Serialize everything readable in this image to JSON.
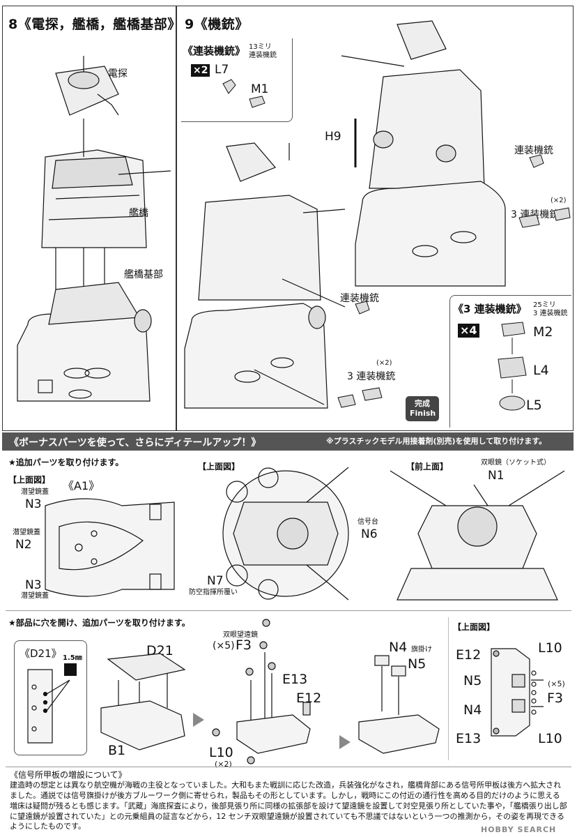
{
  "step8": {
    "title": "8《電探，艦橋，艦橋基部》",
    "label_radar": "電探",
    "label_bridge": "艦橋",
    "label_bridge_base": "艦橋基部"
  },
  "step9": {
    "title": "9《機銃》",
    "twin_box": {
      "title": "《連装機銃》",
      "caption": "13ミリ\n連装機銃",
      "qty": "×2",
      "parts": [
        "L7",
        "M1"
      ]
    },
    "label_h9": "H9",
    "label_twin_mg_a": "連装機銃",
    "label_twin_mg_b": "連装機銃",
    "label_triple_mg_a": "3 連装機銃",
    "label_triple_mg_b": "3 連装機銃",
    "qty_triple_a": "(×2)",
    "qty_triple_b": "(×2)",
    "triple_box": {
      "title": "《3 連装機銃》",
      "caption": "25ミリ\n3 連装機銃",
      "qty": "×4",
      "parts": [
        "M2",
        "L4",
        "L5"
      ]
    },
    "finish": {
      "line1": "完成",
      "line2": "Finish"
    }
  },
  "bonus": {
    "banner": "《ボーナスパーツを使って、さらにディテールアップ！》",
    "banner_note": "※プラスチックモデル用接着剤(別売)を使用して取り付けます。",
    "instr_add": "★追加パーツを取り付けます。",
    "top_view_a": {
      "title": "【上面図】",
      "part": "《A1》",
      "labels": [
        {
          "part": "N3",
          "caption": "潜望鏡蓋"
        },
        {
          "part": "N2",
          "caption": "潜望鏡蓋"
        },
        {
          "part": "N3",
          "caption": "潜望鏡蓋"
        }
      ]
    },
    "top_view_b": {
      "title": "【上面図】",
      "n6": "N6",
      "n6_caption": "信号台",
      "n7": "N7",
      "n7_caption": "防空指揮所覆い"
    },
    "front_top_view": {
      "title": "【前上面】",
      "n1": "N1",
      "n1_caption": "双眼鏡（ソケット式）"
    },
    "instr_drill": "★部品に穴を開け、追加パーツを取り付けます。",
    "d21_box": {
      "title": "《D21》",
      "drill": "1.5㎜"
    },
    "d21_label": "D21",
    "b1_label": "B1",
    "binocular_caption": "双眼望遠鏡",
    "qty_x5": "(×5)",
    "parts_mid": [
      "F3",
      "E13",
      "E12",
      "L10"
    ],
    "qty_x2": "(×2)",
    "flag_caption": "旗掛け",
    "n4": "N4",
    "n5": "N5",
    "top_view_c": {
      "title": "【上面図】",
      "labels_left": [
        "E12",
        "N5",
        "N4",
        "E13"
      ],
      "labels_right": [
        "L10",
        "F3",
        "L10"
      ],
      "qty": "(×5)"
    }
  },
  "footer": {
    "heading": "《信号所甲板の増設について》",
    "text": "建造時の想定とは異なり航空機が海戦の主役となっていました。大和もまた戦訓に応じた改造，兵装強化がなされ，艦橋背部にある信号所甲板は後方へ拡大されました。通説では信号旗掛けが後方ブルーワーク側に寄せられ，製品もその形としています。しかし，戦時にこの付近の通行性を高める目的だけのように思える増床は疑問が残るとも感じます。「武蔵」海底探査により，後部見張り所に同様の拡張部を設けて望遠鏡を設置して対空見張り所としていた事や，「艦橋張り出し部に望遠鏡が設置されていた」との元乗組員の証言などから，12 センチ双眼望遠鏡が設置されていても不思議ではないという一つの推測から，その姿を再現できるようにしたものです。",
    "watermark": "HOBBY SEARCH"
  },
  "colors": {
    "ink": "#111111",
    "banner_bg": "#555555",
    "finish_bg": "#444444"
  }
}
